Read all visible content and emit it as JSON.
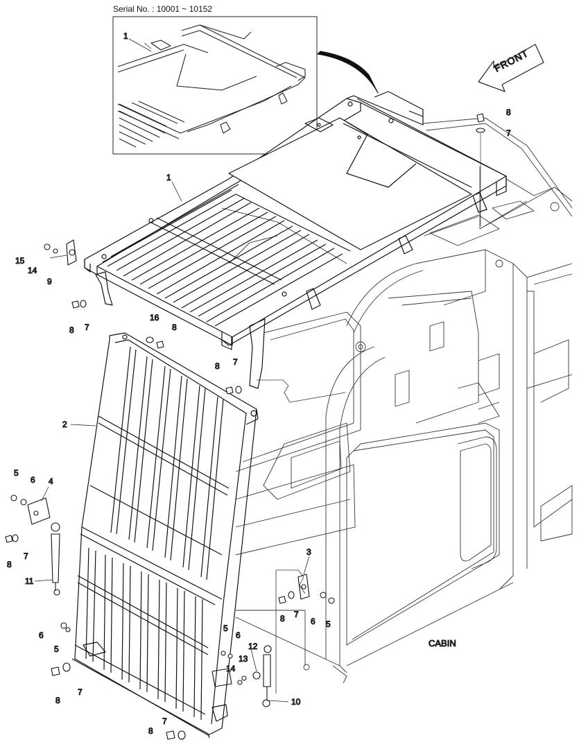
{
  "header": {
    "serial_text": "Serial No. : 10001 ~ 10152"
  },
  "labels": {
    "front": "FRONT",
    "cabin": "CABIN"
  },
  "callouts": {
    "c1_inset": "1",
    "c1_main": "1",
    "c2": "2",
    "c3": "3",
    "c4": "4",
    "c5_a": "5",
    "c6_a": "6",
    "c7_top": "7",
    "c8_top": "8",
    "c15": "15",
    "c14_a": "14",
    "c9": "9",
    "c8_b": "8",
    "c7_b": "7",
    "c16": "16",
    "c8_c": "8",
    "c8_d": "8",
    "c7_d": "7",
    "c8_e": "8",
    "c7_e": "7",
    "c11": "11",
    "c6_b": "6",
    "c5_b": "5",
    "c8_f": "8",
    "c7_f": "7",
    "c8_g": "8",
    "c7_g": "7",
    "c5_c": "5",
    "c6_c": "6",
    "c12": "12",
    "c13": "13",
    "c14_b": "14",
    "c10": "10",
    "c8_h": "8",
    "c7_h": "7",
    "c6_d": "6",
    "c5_d": "5"
  }
}
